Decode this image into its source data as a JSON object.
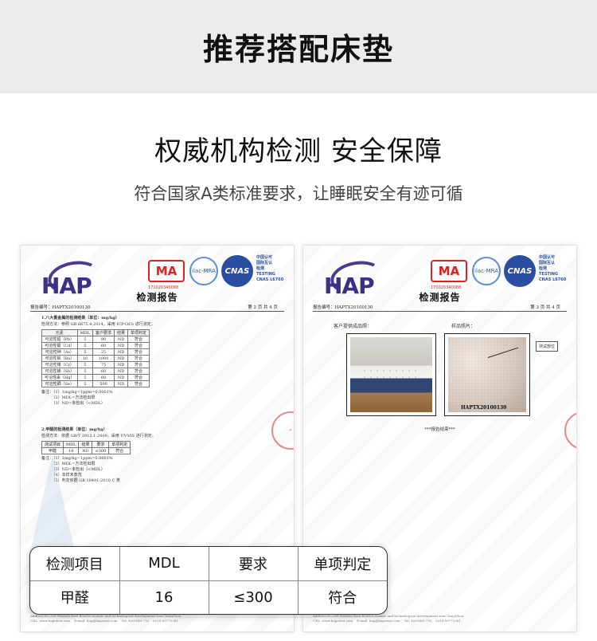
{
  "banner": {
    "title": "推荐搭配床垫"
  },
  "headline": "权威机构检测 安全保障",
  "subline": "符合国家A类标准要求，让睡眠安全有迹可循",
  "report_common": {
    "lab_logo": "HAP",
    "cert_ma": "MA",
    "cert_ilac": "ilac-MRA",
    "cert_cnas": "CNAS",
    "cert_small": "中国认可\n国际互认\n检测\nTESTING\nCNAS L6760",
    "cert_number": "171020340088",
    "title": "检测报告",
    "report_no": "报告编号：HAPTX20100130",
    "footer": "Address:No.288 Wuzhen East Road,economic and technological development zone,YangZhou\nURL: www.hapotest.com    E-mail: hap@hapotest.com    Tel: 400-888-776    0514-89775361"
  },
  "report_left": {
    "page": "第 2 页 共 4 页",
    "section1_title": "1.八大重金属的检测结果（单位：mg/kg）",
    "section1_method": "检测方法：参照 GB 6675.4-2014，采用 ICP-OES 进行测定。",
    "heavy_metal_headers": [
      "元素",
      "MDL",
      "客户要求",
      "结果",
      "单项判定"
    ],
    "heavy_metal_rows": [
      [
        "可溶性铅（Pb）",
        "5",
        "90",
        "ND",
        "符合"
      ],
      [
        "可溶性镉（Cd）",
        "5",
        "60",
        "ND",
        "符合"
      ],
      [
        "可溶性砷（As）",
        "5",
        "25",
        "ND",
        "符合"
      ],
      [
        "可溶性钡（Ba）",
        "10",
        "1000",
        "ND",
        "符合"
      ],
      [
        "可溶性铬（Cr）",
        "5",
        "75",
        "ND",
        "符合"
      ],
      [
        "可溶性锑（Sb）",
        "5",
        "60",
        "ND",
        "符合"
      ],
      [
        "可溶性汞（Hg）",
        "5",
        "60",
        "ND",
        "符合"
      ],
      [
        "可溶性硒（Se）",
        "5",
        "500",
        "ND",
        "符合"
      ]
    ],
    "notes1": "备注：（1）1mg/kg=1ppm=0.0001%\n　　　（2）MDL=方法检出限\n　　　（3）ND=未检出（<MDL）",
    "section2_title": "2.甲醛的检测结果（单位：mg/kg）",
    "section2_method": "检测方法：依据 GB/T 2912.1-2009，采用 UV-VIS 进行测定。",
    "formaldehyde_headers": [
      "测试项目",
      "MDL",
      "结果",
      "要求",
      "单项判定"
    ],
    "formaldehyde_row": [
      "甲醛",
      "16",
      "ND",
      "≤300",
      "符合"
    ],
    "notes2": "备注：（1）1mg/kg=1ppm=0.0001%\n　　　（2）MDL=方法检出限\n　　　（3）ND=未检出（<MDL）\n　　　（4）本样未蒸洗\n　　　（5）判定依据 GB 18401-2010 C 类"
  },
  "report_right": {
    "page": "第 3 页 共 4 页",
    "photo_left_label": "客户提供成品照：",
    "photo_right_label": "样品照片：",
    "foam_note": "测试部位",
    "photo_caption": "HAPTX20100130",
    "end_mark": "***报告结束***"
  },
  "result_card": {
    "headers": [
      "检测项目",
      "MDL",
      "要求",
      "单项判定"
    ],
    "values": [
      "甲醛",
      "16",
      "≤300",
      "符合"
    ]
  },
  "colors": {
    "banner_bg": "#ececec",
    "hap_purple": "#3b2f86",
    "cert_red": "#dd2222",
    "cnas_blue": "#2a4ea1"
  }
}
